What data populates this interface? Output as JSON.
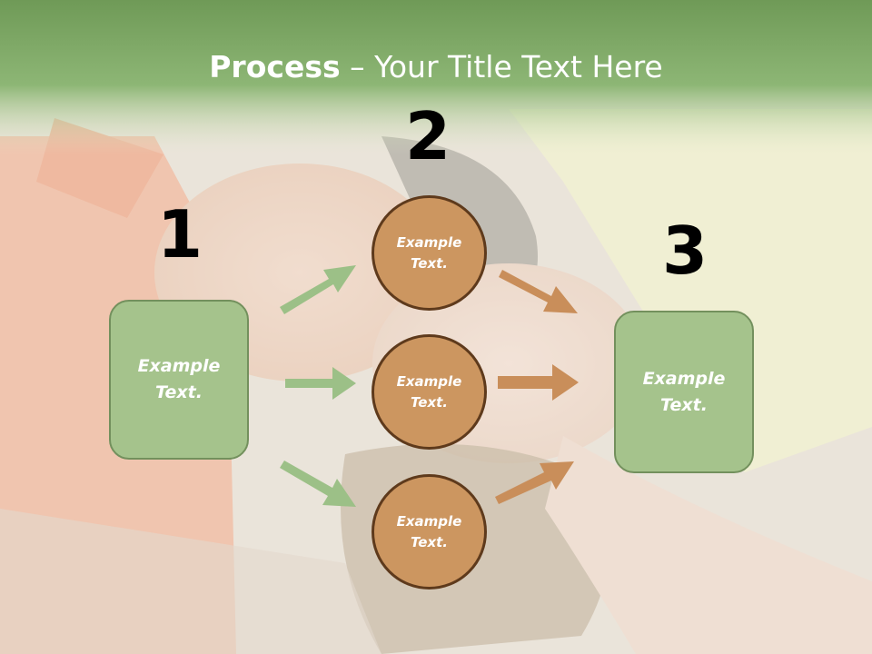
{
  "slide": {
    "title_bold": "Process",
    "title_rest": " – Your Title Text Here"
  },
  "steps": {
    "left": {
      "number": "1",
      "text": "Example\nText."
    },
    "middle": {
      "number": "2",
      "circles": [
        {
          "text": "Example\nText."
        },
        {
          "text": "Example\nText."
        },
        {
          "text": "Example\nText."
        }
      ]
    },
    "right": {
      "number": "3",
      "text": "Example\nText."
    }
  },
  "colors": {
    "header_green": "#8ab572",
    "box_green": "#a5c38c",
    "circle_brown": "#cc9660",
    "arrow_green": "#9cc087",
    "arrow_brown": "#c98e5a"
  }
}
